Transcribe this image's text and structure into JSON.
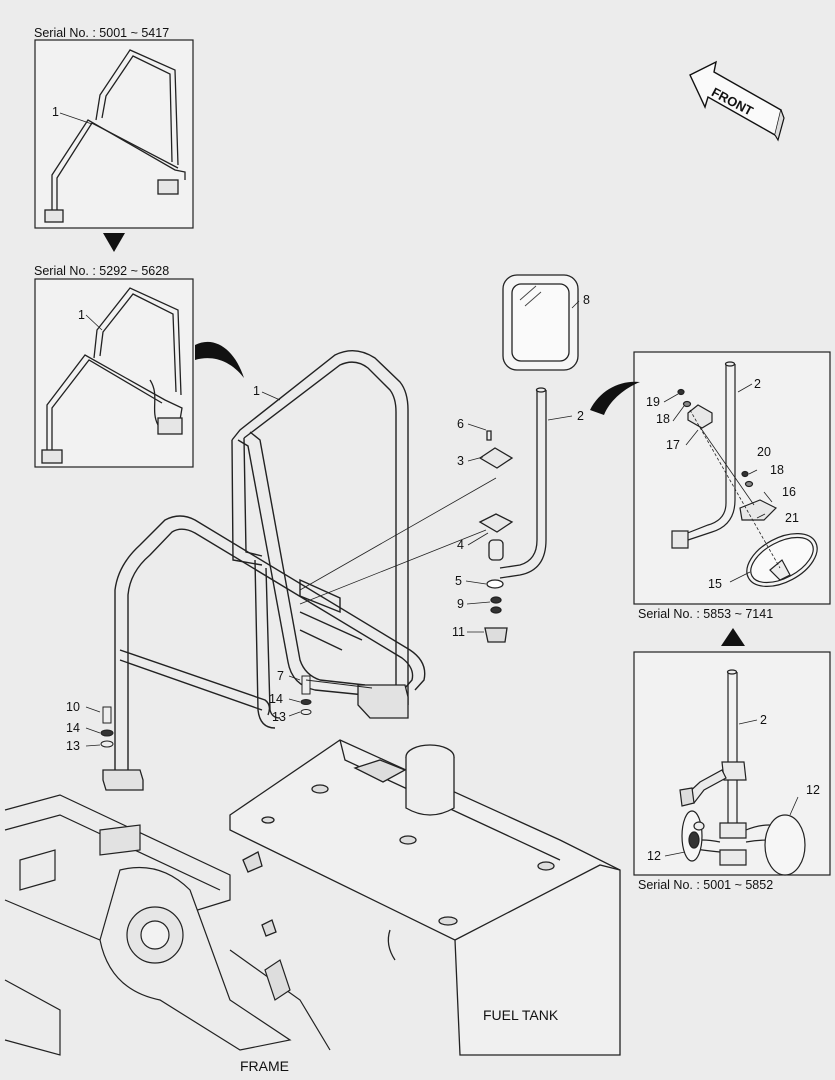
{
  "serials": {
    "top_left": "Serial No. : 5001 ~ 5417",
    "mid_left": "Serial No. : 5292 ~ 5628",
    "right_upper": "Serial No. : 5853 ~ 7141",
    "right_lower": "Serial No. : 5001 ~ 5852"
  },
  "labels": {
    "front": "FRONT",
    "fuel_tank": "FUEL TANK",
    "frame": "FRAME"
  },
  "callouts": {
    "box1_1": "1",
    "box2_1": "1",
    "main_1": "1",
    "p2": "2",
    "p3": "3",
    "p4": "4",
    "p5": "5",
    "p6": "6",
    "p7": "7",
    "p8": "8",
    "p9": "9",
    "p10": "10",
    "p11": "11",
    "p13a": "13",
    "p14a": "14",
    "p13b": "13",
    "p14b": "14",
    "r2": "2",
    "r15": "15",
    "r16": "16",
    "r17": "17",
    "r18a": "18",
    "r18b": "18",
    "r19": "19",
    "r20": "20",
    "r21": "21",
    "l2": "2",
    "l12a": "12",
    "l12b": "12"
  }
}
